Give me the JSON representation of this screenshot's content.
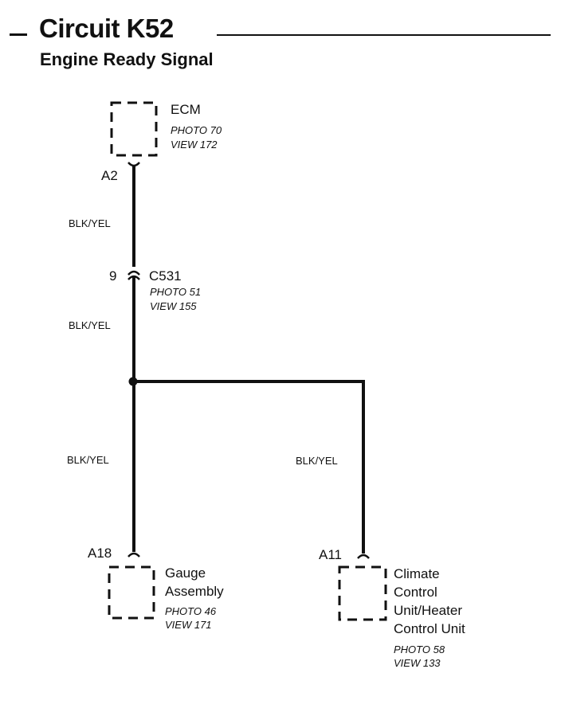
{
  "header": {
    "title": "Circuit K52",
    "subtitle": "Engine Ready Signal"
  },
  "components": {
    "ecm": {
      "name": "ECM",
      "photo": "PHOTO 70",
      "view": "VIEW 172",
      "pin": "A2"
    },
    "connector": {
      "pin": "9",
      "name": "C531",
      "photo": "PHOTO 51",
      "view": "VIEW 155"
    },
    "gauge": {
      "name_line1": "Gauge",
      "name_line2": "Assembly",
      "photo": "PHOTO 46",
      "view": "VIEW 171",
      "pin": "A18"
    },
    "climate": {
      "name_line1": "Climate",
      "name_line2": "Control",
      "name_line3": "Unit/Heater",
      "name_line4": "Control Unit",
      "photo": "PHOTO 58",
      "view": "VIEW 133",
      "pin": "A11"
    }
  },
  "wires": {
    "ecm_to_c531": "BLK/YEL",
    "c531_to_splice": "BLK/YEL",
    "splice_to_gauge": "BLK/YEL",
    "splice_to_climate": "BLK/YEL"
  }
}
